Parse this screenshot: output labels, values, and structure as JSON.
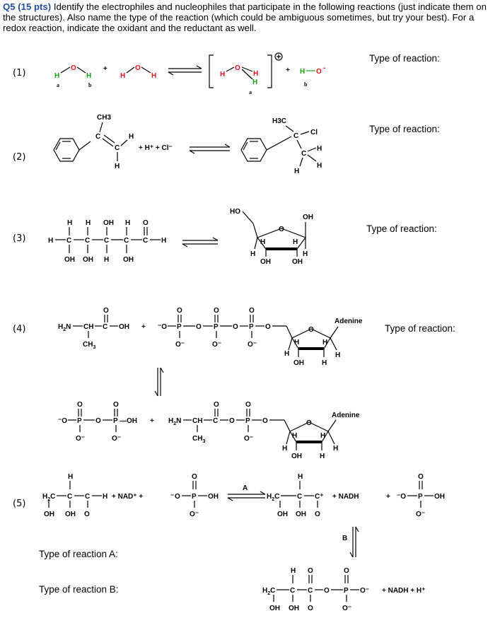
{
  "question": {
    "title": "Q5 (15 pts)",
    "text": " Identify the electrophiles and nucleophiles that participate in the following reactions (just indicate them on the structures). Also name the type of the reaction (which could be ambiguous sometimes, but try your best). For a redox reaction, indicate the oxidant and the reductant as well."
  },
  "numbers": [
    "(1)",
    "(2)",
    "(3)",
    "(4)",
    "(5)"
  ],
  "type_label": "Type of reaction:",
  "type_label_a": "Type of reaction A:",
  "type_label_b": "Type of reaction B:",
  "r1": {
    "plus": "+",
    "label_a": "a",
    "label_b": "b",
    "hydroxide": "H—O",
    "charge": "-"
  },
  "r2": {
    "ch3": "CH3",
    "reagents": "+  H⁺  +  Cl⁻",
    "h3c": "H3C",
    "cl": "Cl"
  },
  "r3": {
    "top_row": "H   H   OH  H   O",
    "chain": "H—C—C—C—C—C—H",
    "bottom_row": "OH  OH  H   OH",
    "ho": "HO",
    "oh": "OH"
  },
  "r4": {
    "amine": "H2N—CH—C—OH",
    "ch3": "CH3",
    "plus": "+",
    "o_minus": "O⁻",
    "adenine": "Adenine",
    "oh": "OH",
    "ppi_oh": "—OH",
    "amino_acyl": "H2N—CH—C—O—P—O"
  },
  "r5": {
    "left_chain": "H2C—C—C—H",
    "nad": "+ NAD⁺ +",
    "phosphate": "O—P—OH",
    "arrow_a": "A",
    "arrow_b": "B",
    "cation": "H2C—C—C⁺",
    "nadh": "+ NADH",
    "plus": "+",
    "bottom_products": "+ NADH   + H⁺",
    "bottom_row": "OH  OH  O"
  }
}
